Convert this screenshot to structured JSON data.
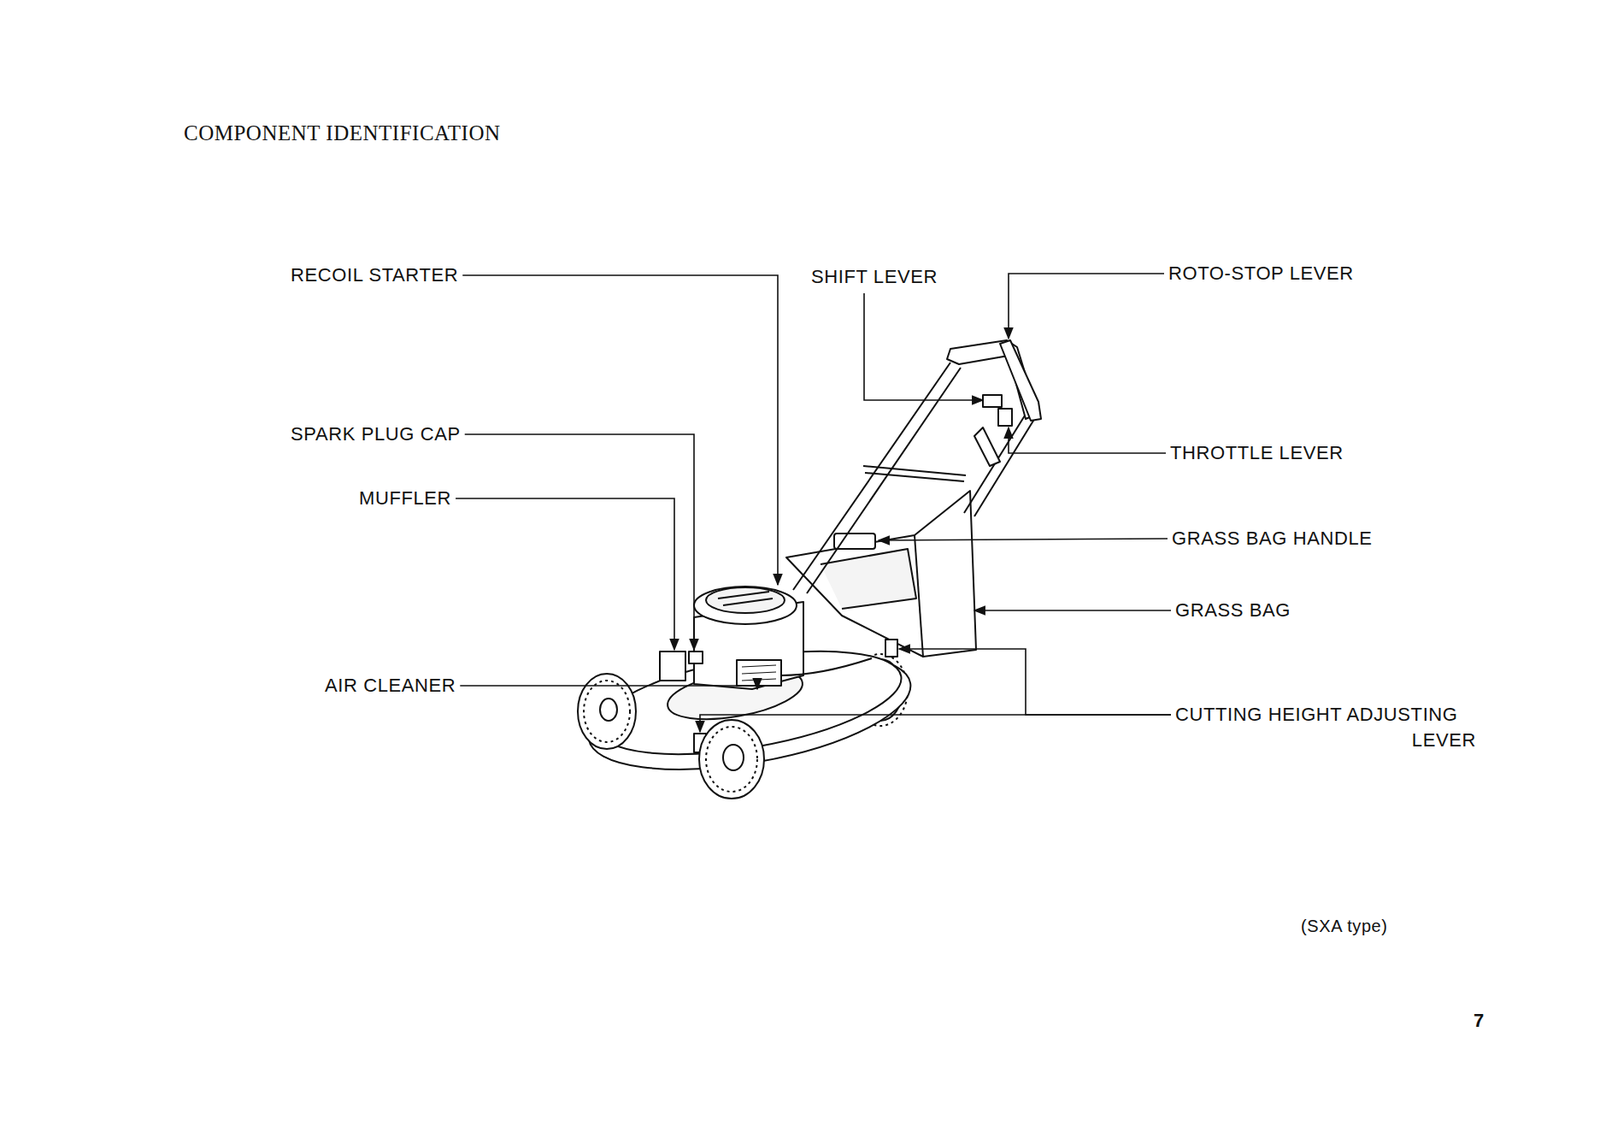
{
  "diagram": {
    "title": "COMPONENT IDENTIFICATION",
    "labels": [
      "RECOIL STARTER",
      "SHIFT LEVER",
      "ROTO-STOP LEVER",
      "SPARK PLUG CAP",
      "MUFFLER",
      "THROTTLE LEVER",
      "GRASS BAG HANDLE",
      "GRASS BAG",
      "AIR CLEANER",
      "CUTTING HEIGHT ADJUSTING LEVER",
      "(SXA type)",
      "7"
    ]
  }
}
